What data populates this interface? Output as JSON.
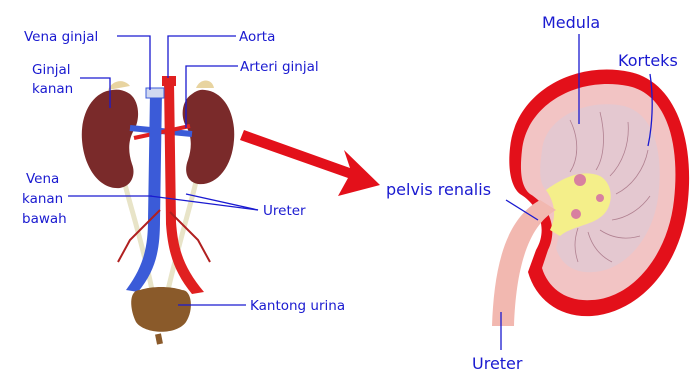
{
  "labels": {
    "vena_ginjal": "Vena ginjal",
    "aorta": "Aorta",
    "ginjal_kanan_1": "Ginjal",
    "ginjal_kanan_2": "kanan",
    "arteri_ginjal": "Arteri ginjal",
    "vena_kanan_bawah_1": "Vena",
    "vena_kanan_bawah_2": "kanan",
    "vena_kanan_bawah_3": "bawah",
    "ureter_left": "Ureter",
    "kantong_urina": "Kantong urina",
    "medula": "Medula",
    "korteks": "Korteks",
    "pelvis_renalis": "pelvis renalis",
    "ureter_right": "Ureter"
  },
  "colors": {
    "label": "#1a1ad0",
    "kidney": "#7a2a2a",
    "vein": "#3b5bd8",
    "artery": "#e02020",
    "bladder": "#8a5a2a",
    "cortex": "#e3101a",
    "arrow": "#e3101a"
  },
  "icons": {
    "arrow": "right-arrow-icon"
  }
}
